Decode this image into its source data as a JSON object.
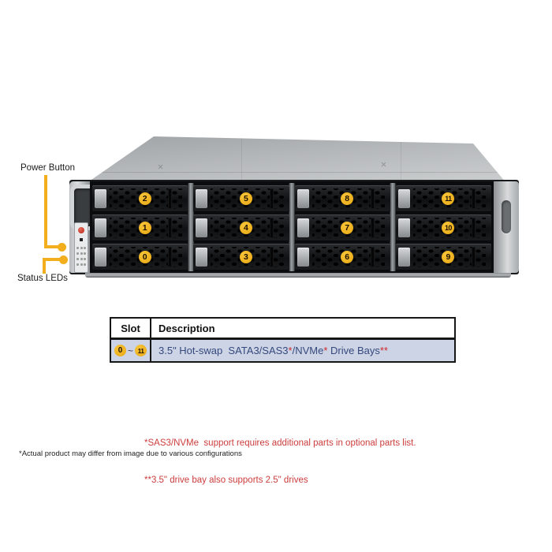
{
  "callouts": {
    "power_button": "Power Button",
    "status_leds": "Status LEDs"
  },
  "drive_grid": {
    "rows": [
      [
        "2",
        "5",
        "8",
        "11"
      ],
      [
        "1",
        "4",
        "7",
        "10"
      ],
      [
        "0",
        "3",
        "6",
        "9"
      ]
    ]
  },
  "table": {
    "headers": {
      "slot": "Slot",
      "description": "Description"
    },
    "row": {
      "slot_from": "0",
      "slot_sep": "~",
      "slot_to": "11",
      "desc_parts": [
        {
          "text": "3.5\" Hot-swap  SATA3/SAS3",
          "red": false
        },
        {
          "text": "*",
          "red": true
        },
        {
          "text": "/NVMe",
          "red": false
        },
        {
          "text": "*",
          "red": true
        },
        {
          "text": " Drive Bays",
          "red": false
        },
        {
          "text": "**",
          "red": true
        }
      ]
    }
  },
  "footnotes": {
    "red": [
      "*SAS3/NVMe  support requires additional parts in optional parts list.",
      "**3.5\" drive bay also supports 2.5\" drives"
    ],
    "black": "*Actual product may differ from image due to various configurations"
  },
  "colors": {
    "accent_yellow": "#f2ae1c",
    "badge_yellow": "#eeaf1f",
    "table_row_bg": "#ccd4e6",
    "description_text": "#36497c",
    "asterisk_red": "#cf2b2b",
    "footnote_red": "#cc3d3d"
  }
}
